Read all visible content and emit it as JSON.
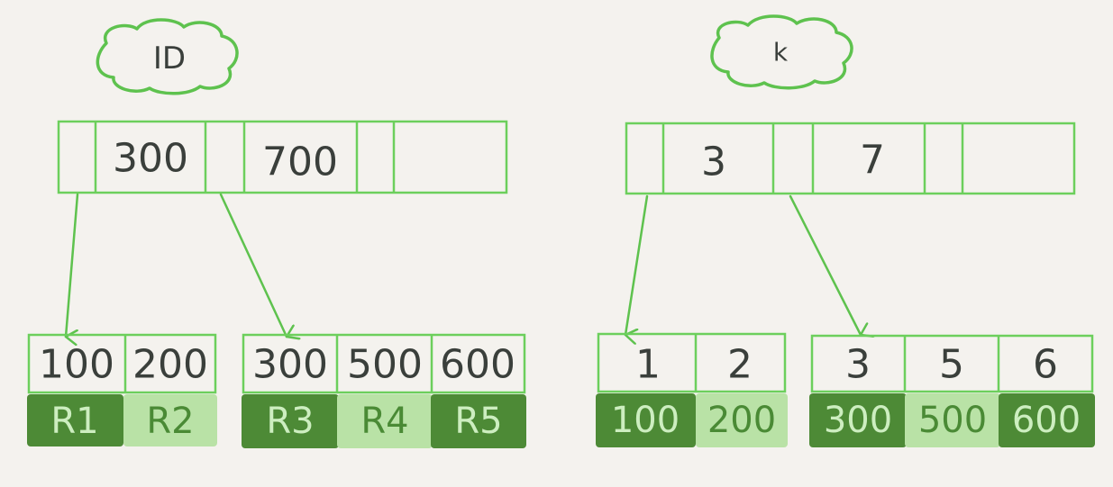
{
  "colors": {
    "background": "#f4f2ee",
    "line_green": "#5ec24e",
    "dark_green": "#4d8a36",
    "light_green": "#b9e2a6",
    "text": "#3a3f3b"
  },
  "trees": [
    {
      "label": "ID",
      "root_keys": [
        "300",
        "700"
      ],
      "leaves": [
        {
          "keys": [
            "100",
            "200"
          ],
          "values": [
            "R1",
            "R2"
          ]
        },
        {
          "keys": [
            "300",
            "500",
            "600"
          ],
          "values": [
            "R3",
            "R4",
            "R5"
          ]
        }
      ]
    },
    {
      "label": "k",
      "root_keys": [
        "3",
        "7"
      ],
      "leaves": [
        {
          "keys": [
            "1",
            "2"
          ],
          "values": [
            "100",
            "200"
          ]
        },
        {
          "keys": [
            "3",
            "5",
            "6"
          ],
          "values": [
            "300",
            "500",
            "600"
          ]
        }
      ]
    }
  ]
}
